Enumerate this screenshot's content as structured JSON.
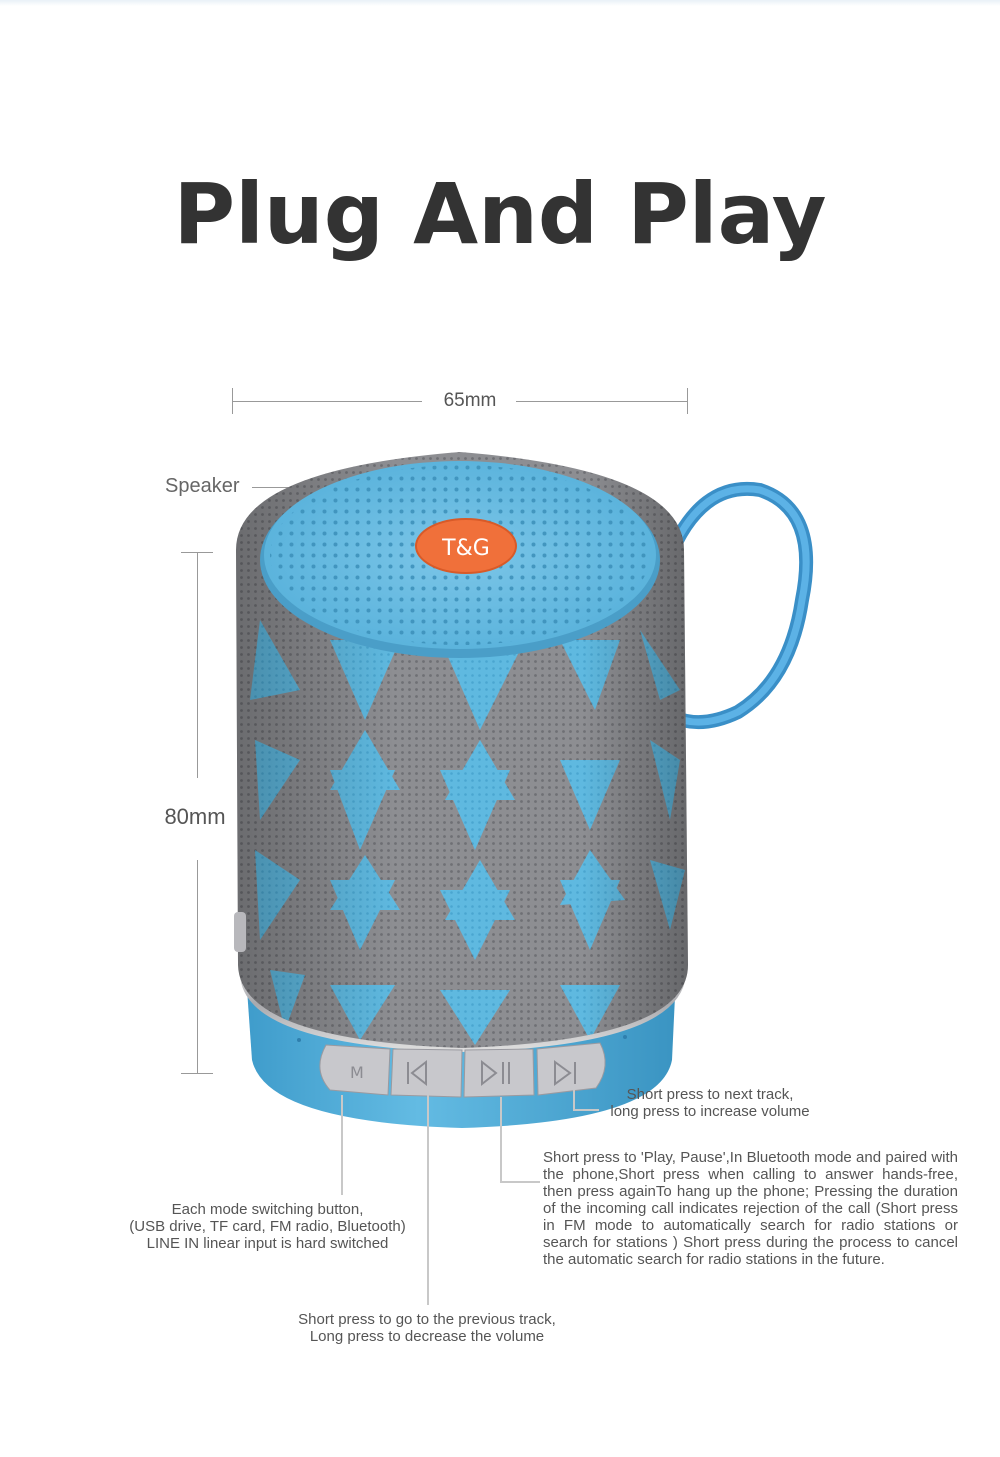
{
  "headline": "Plug And Play",
  "dimensions": {
    "width": "65mm",
    "height": "80mm"
  },
  "labels": {
    "speaker": "Speaker"
  },
  "logo_text": "T&G",
  "callouts": {
    "next_track": [
      "Short press to next track,",
      "long press to increase volume"
    ],
    "play_pause": "Short press to 'Play, Pause',In Bluetooth mode and paired with the phone,Short press when calling to answer hands-free, then press againTo hang up the phone; Pressing the duration of the incoming call indicates rejection of the call (Short press in FM mode to automatically search for radio stations or search for stations ) Short press during the process to cancel the automatic search for radio stations in the future.",
    "mode_button": [
      "Each mode switching button,",
      "(USB drive, TF card, FM radio, Bluetooth)",
      "LINE IN linear input is hard switched"
    ],
    "prev_track": [
      "Short press to go to the previous track,",
      "Long press to decrease the volume"
    ]
  },
  "colors": {
    "accent_blue": "#57b3dc",
    "fabric_grey": "#8d8e92",
    "logo_orange": "#f0703a",
    "headline": "#333333"
  }
}
